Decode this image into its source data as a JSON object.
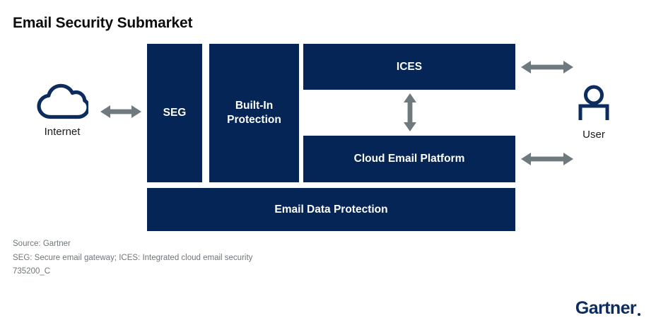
{
  "title": "Email Security Submarket",
  "colors": {
    "navy": "#042555",
    "arrow_gray": "#6f7a7e",
    "footnote_gray": "#6f7679",
    "logo_navy": "#0c2b5e",
    "title_black": "#0d0d0d",
    "background": "#ffffff"
  },
  "diagram": {
    "boxes": [
      {
        "id": "seg",
        "label": "SEG"
      },
      {
        "id": "builtin",
        "label": "Built-In\nProtection"
      },
      {
        "id": "ices",
        "label": "ICES"
      },
      {
        "id": "cloud",
        "label": "Cloud Email Platform"
      },
      {
        "id": "edp",
        "label": "Email Data Protection"
      }
    ],
    "endpoints": [
      {
        "id": "internet",
        "label": "Internet",
        "icon": "cloud-icon"
      },
      {
        "id": "user",
        "label": "User",
        "icon": "user-icon"
      }
    ],
    "connectors": [
      {
        "id": "internet-seg",
        "direction": "horizontal",
        "heads": "both"
      },
      {
        "id": "ices-user",
        "direction": "horizontal",
        "heads": "both"
      },
      {
        "id": "cloud-user",
        "direction": "horizontal",
        "heads": "both"
      },
      {
        "id": "ices-cloud",
        "direction": "vertical",
        "heads": "both"
      }
    ]
  },
  "footnotes": {
    "source": "Source: Gartner",
    "abbreviations": "SEG: Secure email gateway; ICES: Integrated cloud email security",
    "doc_id": "735200_C"
  },
  "logo": {
    "wordmark": "Gartner"
  }
}
